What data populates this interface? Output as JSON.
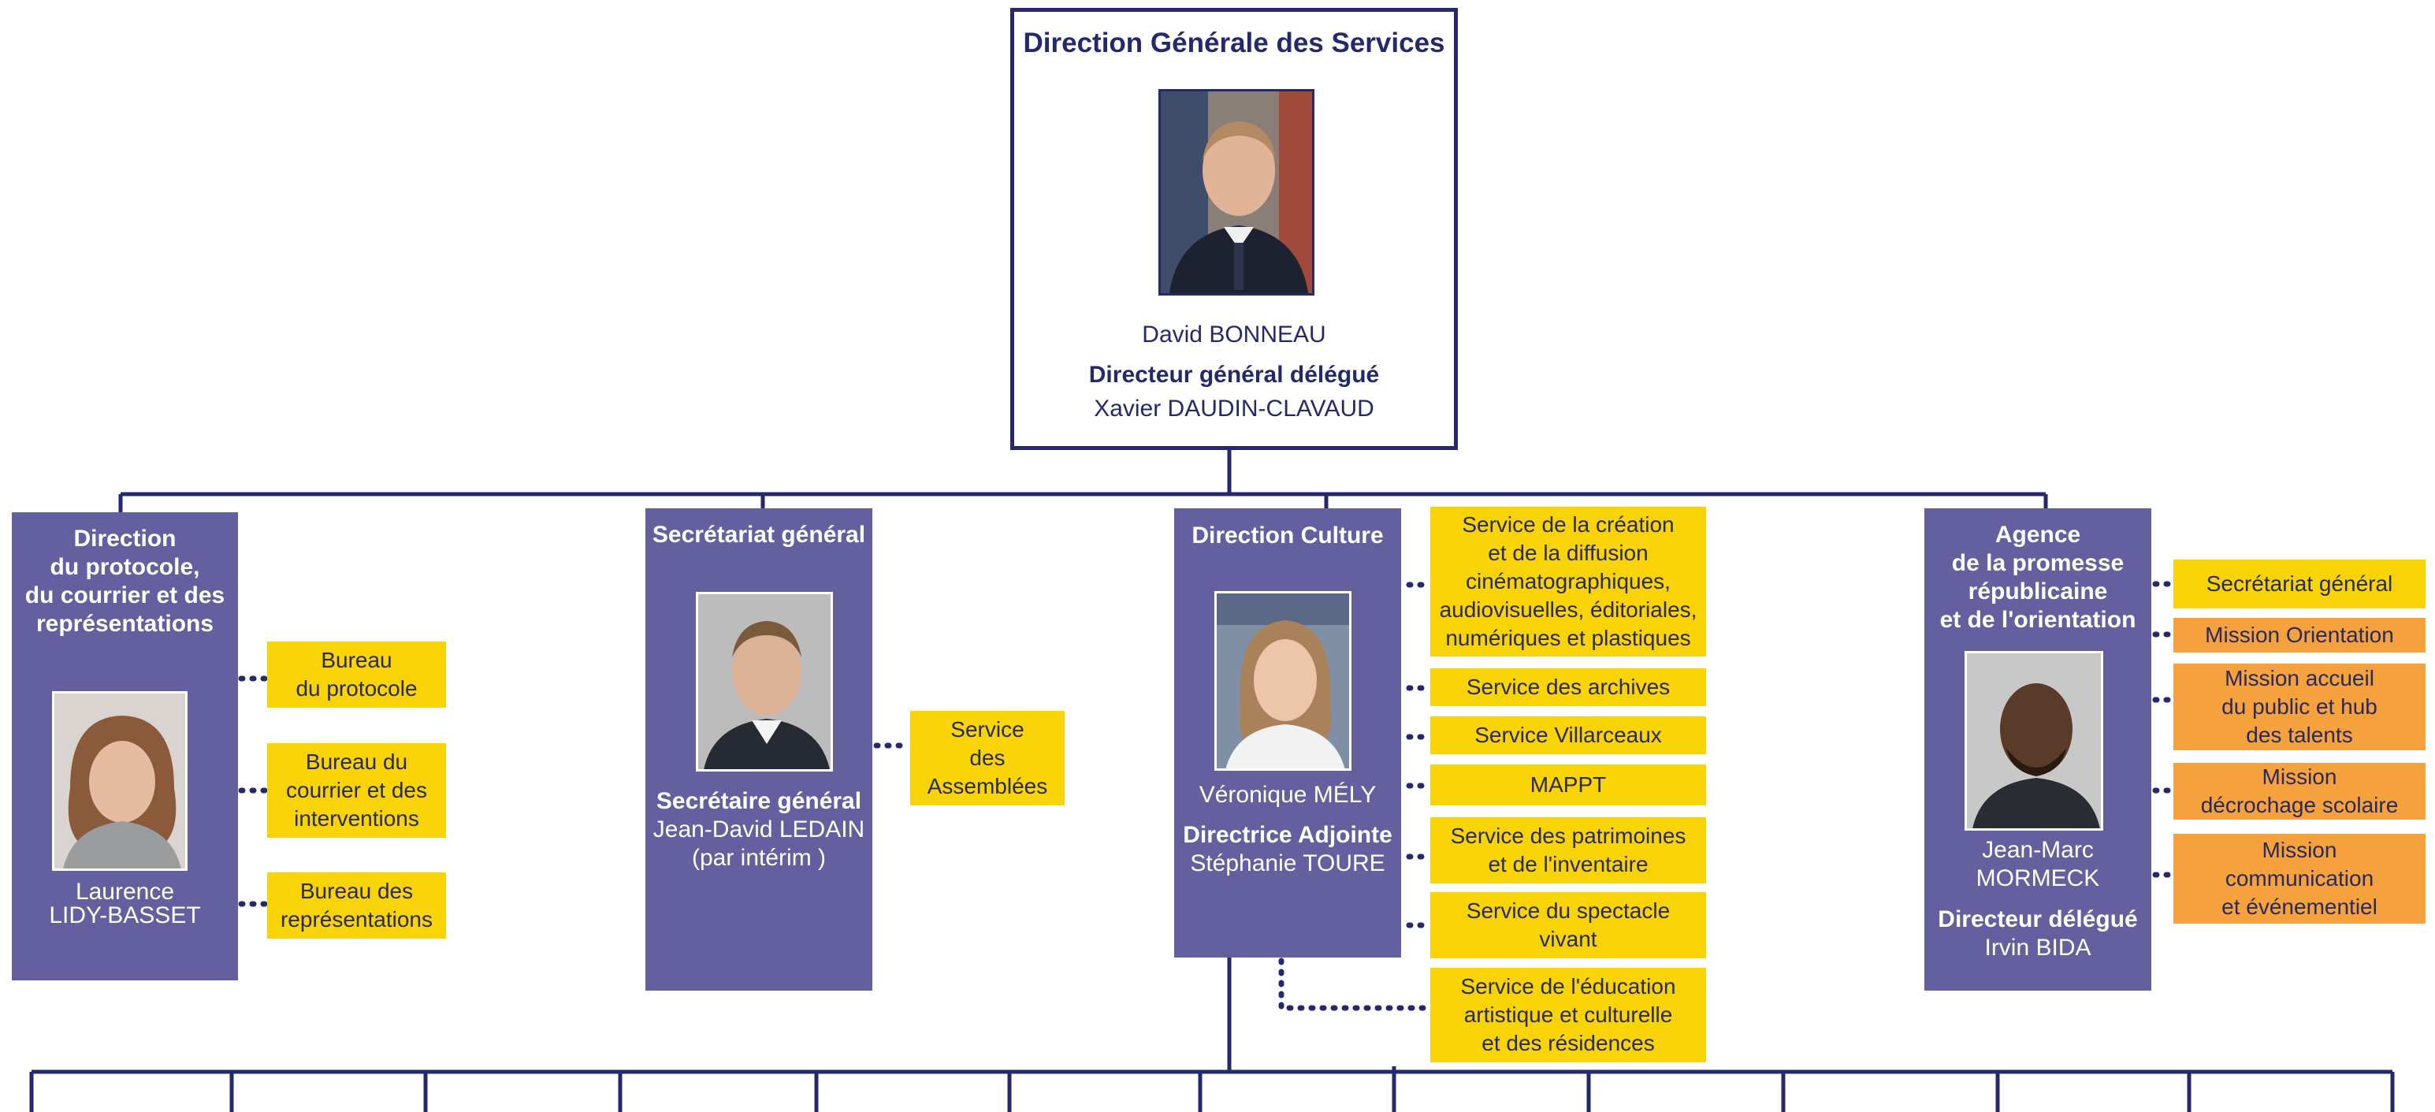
{
  "colors": {
    "navy": "#23296b",
    "purple": "#645f9e",
    "yellow": "#f8d406",
    "orange": "#f4a13e"
  },
  "top": {
    "title": "Direction Générale des Services",
    "name": "David BONNEAU",
    "deputy_title": "Directeur général délégué",
    "deputy_name": "Xavier DAUDIN-CLAVAUD"
  },
  "protocole": {
    "title": "Direction\ndu protocole,\ndu courrier et des\nreprésentations",
    "name": "Laurence\nLIDY-BASSET",
    "services": [
      "Bureau\ndu protocole",
      "Bureau du\ncourrier et des\ninterventions",
      "Bureau des\nreprésentations"
    ]
  },
  "secretariat": {
    "title": "Secrétariat général",
    "role": "Secrétaire général",
    "name": "Jean-David LEDAIN\n(par intérim )",
    "services": [
      "Service\ndes\nAssemblées"
    ]
  },
  "culture": {
    "title": "Direction Culture",
    "name": "Véronique MÉLY",
    "deputy_title": "Directrice Adjointe",
    "deputy_name": "Stéphanie TOURE",
    "services": [
      "Service de la création\net de la diffusion\ncinématographiques,\naudiovisuelles, éditoriales,\nnumériques et plastiques",
      "Service des archives",
      "Service  Villarceaux",
      "MAPPT",
      "Service des patrimoines\net de l'inventaire",
      "Service du spectacle\nvivant",
      "Service de l'éducation\nartistique et culturelle\net des résidences"
    ]
  },
  "agence": {
    "title": "Agence\nde la promesse\nrépublicaine\net de l'orientation",
    "name": "Jean-Marc\nMORMECK",
    "deputy_title": "Directeur délégué",
    "deputy_name": "Irvin BIDA",
    "services": [
      "Secrétariat général",
      "Mission Orientation",
      "Mission accueil\ndu public et hub\ndes talents",
      "Mission\ndécrochage scolaire",
      "Mission\ncommunication\net événementiel"
    ]
  }
}
